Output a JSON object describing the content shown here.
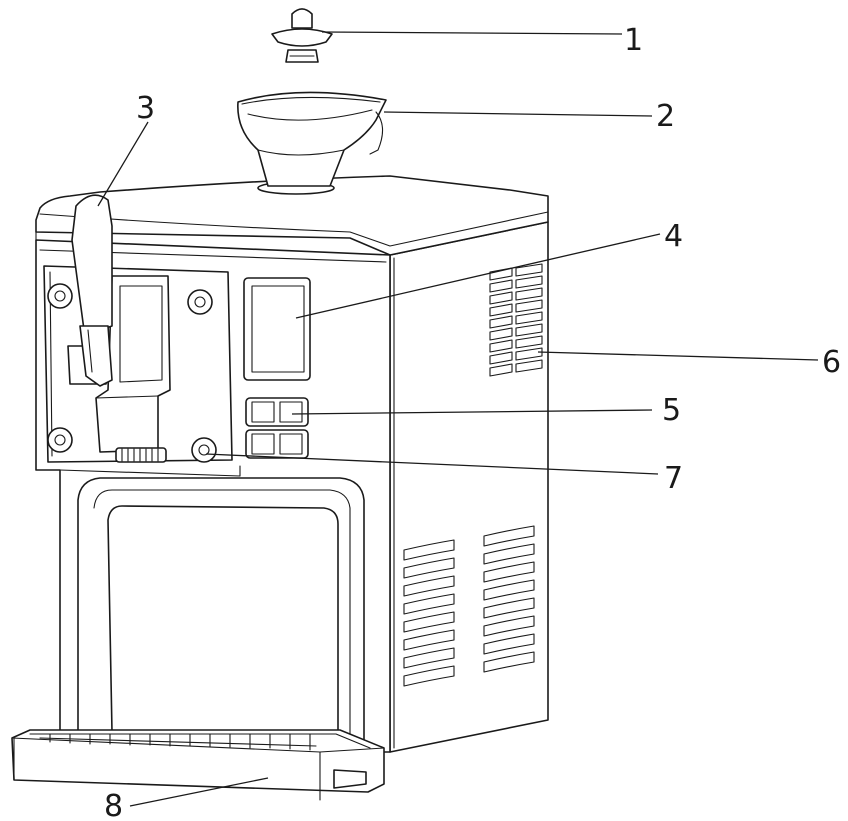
{
  "diagram": {
    "callouts": [
      {
        "id": "1",
        "label": "1"
      },
      {
        "id": "2",
        "label": "2"
      },
      {
        "id": "3",
        "label": "3"
      },
      {
        "id": "4",
        "label": "4"
      },
      {
        "id": "5",
        "label": "5"
      },
      {
        "id": "6",
        "label": "6"
      },
      {
        "id": "7",
        "label": "7"
      },
      {
        "id": "8",
        "label": "8"
      }
    ],
    "line_color": "#1a1a1a",
    "background": "#ffffff"
  }
}
